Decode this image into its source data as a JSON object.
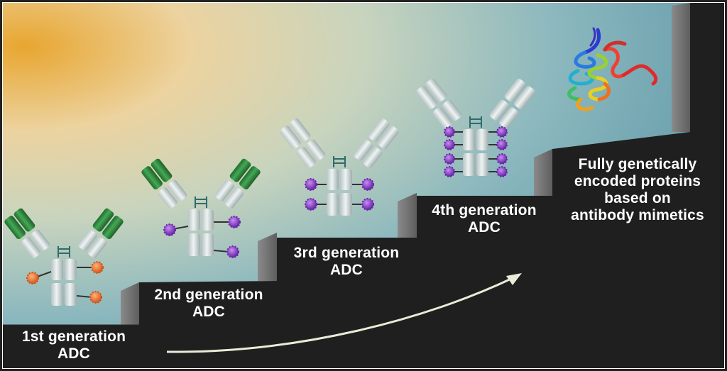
{
  "steps": [
    {
      "line1": "1st generation",
      "line2": "ADC"
    },
    {
      "line1": "2nd generation",
      "line2": "ADC"
    },
    {
      "line1": "3rd generation",
      "line2": "ADC"
    },
    {
      "line1": "4th generation",
      "line2": "ADC"
    }
  ],
  "final_step": {
    "line1": "Fully genetically",
    "line2": "encoded proteins",
    "line3": "based on",
    "line4": "antibody mimetics"
  },
  "colors": {
    "background_top_left": "#e8a630",
    "background_mid": "#c8d4be",
    "background_right": "#6aa0ae",
    "stairs": "#1f1f1f",
    "stair_side": "#7a7a7a",
    "antibody_green": "#2e8b3e",
    "antibody_grey": "#dfe6e6",
    "payload_orange": "#e86a2a",
    "payload_purple": "#7a2fc0",
    "arrow": "#e8ecd8"
  }
}
